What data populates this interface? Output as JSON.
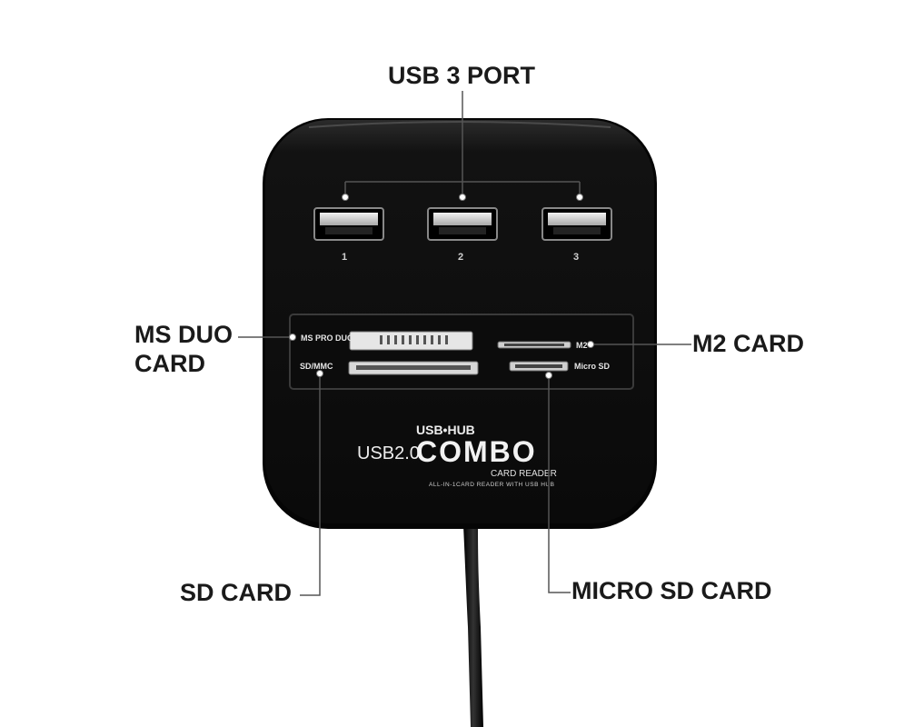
{
  "callouts": {
    "usb3_port": "USB 3  PORT",
    "ms_duo_line1": "MS DUO",
    "ms_duo_line2": "CARD",
    "m2_card": "M2 CARD",
    "sd_card": "SD CARD",
    "micro_sd_card": "MICRO SD CARD"
  },
  "device": {
    "port_numbers": [
      "1",
      "2",
      "3"
    ],
    "slot_labels": {
      "ms_pro_duo": "MS PRO DUO",
      "sd_mmc": "SD/MMC",
      "m2": "M2",
      "micro_sd": "Micro SD"
    },
    "logo": {
      "usb_hub": "USB•HUB",
      "usb2": "USB2.0",
      "combo": "COMBO",
      "card_reader": "CARD READER",
      "tagline": "ALL-IN-1CARD READER WITH USB HUB"
    }
  },
  "colors": {
    "device_body": "#111111",
    "device_edge": "#2a2a2a",
    "callout_text": "#1a1a1a",
    "leader_line": "#444444",
    "port_metal": "#d9d9d9"
  }
}
